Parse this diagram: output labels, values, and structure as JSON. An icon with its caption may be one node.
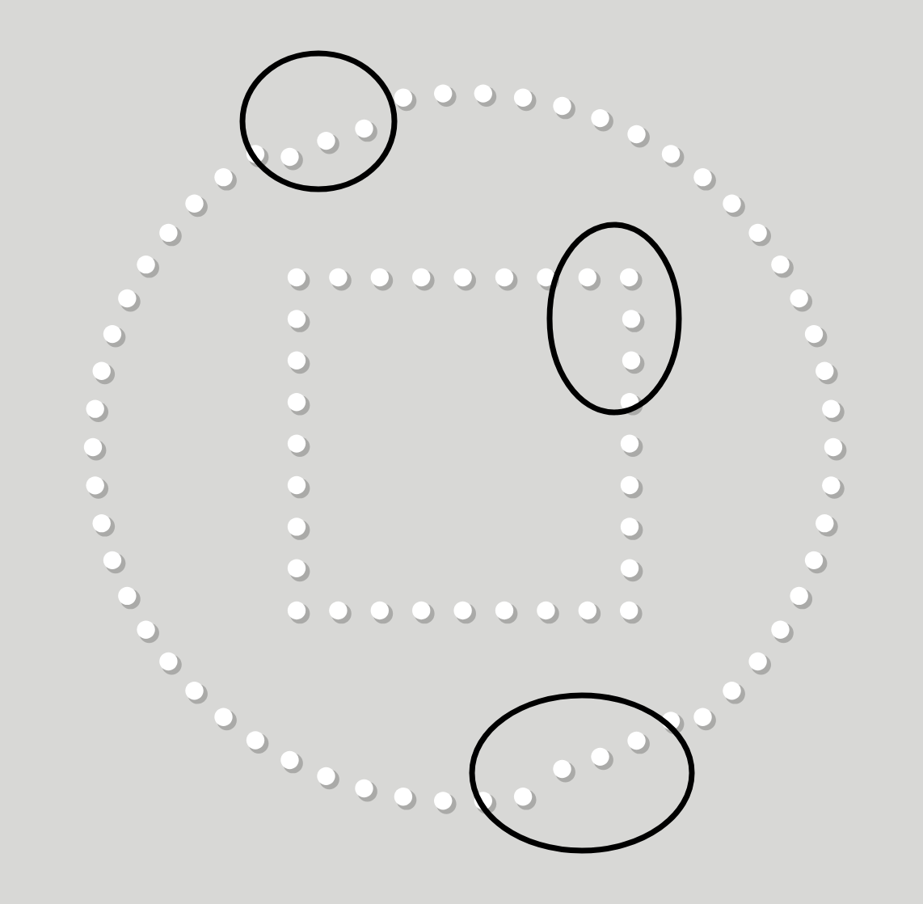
{
  "diagram": {
    "nodes": [
      {
        "text": [],
        "shape": "ellipse"
      },
      {
        "text": [],
        "shape": "ellipse"
      },
      {
        "text": [],
        "shape": "ellipse"
      }
    ]
  }
}
